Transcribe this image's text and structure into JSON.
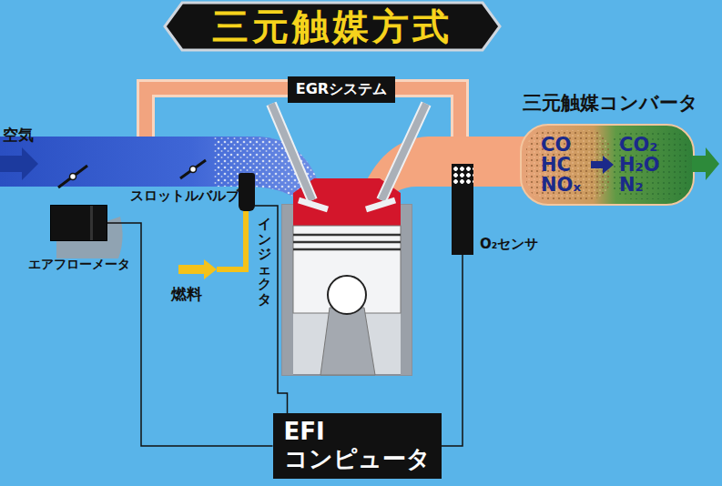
{
  "diagram": {
    "title": "三元触媒方式",
    "nodes": [
      {
        "text": [
          "EGRシステム"
        ]
      },
      {
        "text": [
          "エアフローメータ"
        ]
      },
      {
        "text": [
          "インジェクタ"
        ]
      },
      {
        "text": [
          "三元触媒コンバータ",
          "CO HC NOₓ",
          "CO₂ H₂O N₂"
        ]
      },
      {
        "text": [
          "O₂センサ"
        ]
      },
      {
        "text": [
          "EFI コンピュータ"
        ]
      }
    ],
    "edges": [
      {
        "from": 1,
        "to": 5,
        "arrow": "none"
      },
      {
        "from": 2,
        "to": 5,
        "arrow": "none"
      },
      {
        "from": 4,
        "to": 5,
        "arrow": "none"
      }
    ],
    "labels": [
      "空気",
      "スロットルバルブ",
      "燃料"
    ]
  }
}
